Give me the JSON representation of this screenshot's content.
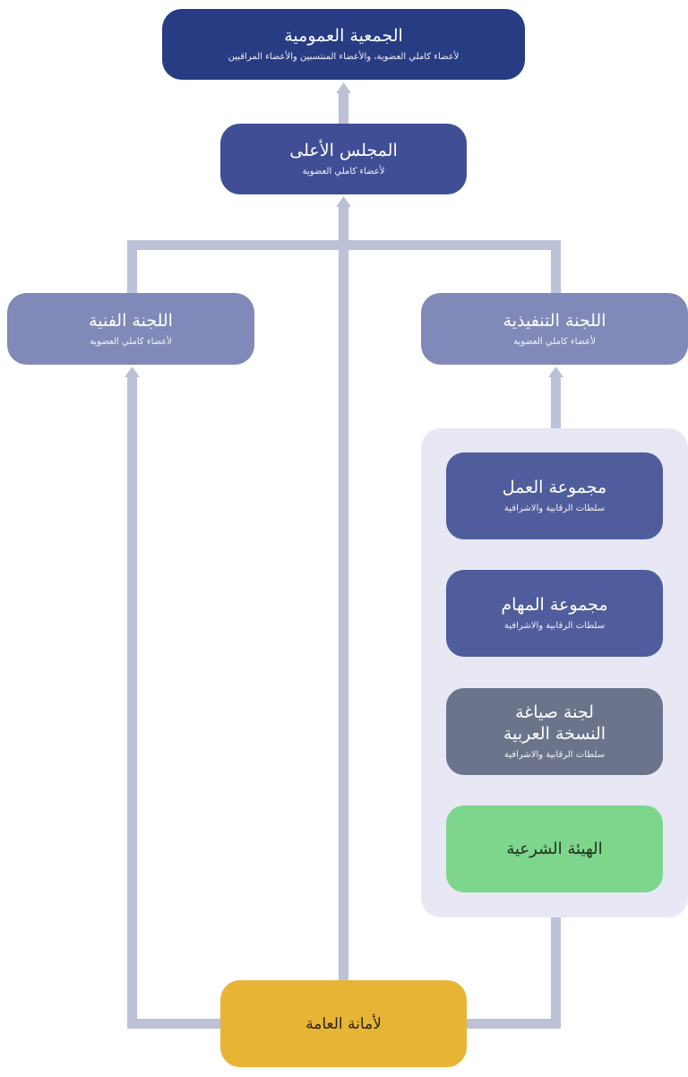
{
  "nodes": {
    "general_assembly": {
      "title": "الجمعية العمومية",
      "subtitle": "لأعضاء كاملي العضوية، والأعضاء المنتسبين والأعضاء المراقبين"
    },
    "supreme_council": {
      "title": "المجلس الأعلى",
      "subtitle": "لأعضاء كاملي العضوية"
    },
    "technical_committee": {
      "title": "اللجنة الفنية",
      "subtitle": "لأعضاء كاملي العضوية"
    },
    "executive_committee": {
      "title": "اللجنة التنفيذية",
      "subtitle": "لأعضاء كاملي العضوية"
    },
    "working_group": {
      "title": "مجموعة العمل",
      "subtitle": "سلطات الرقابية والاشرافية"
    },
    "task_group": {
      "title": "مجموعة المهام",
      "subtitle": "سلطات الرقابية والاشرافية"
    },
    "arabic_drafting": {
      "title_line1": "لجنة صياغة",
      "title_line2": "النسخة العربية",
      "subtitle": "سلطات الرقابية والاشرافية"
    },
    "sharia_board": {
      "title": "الهيئة الشرعية"
    },
    "general_secretariat": {
      "title": "لأمانة العامة"
    }
  },
  "colors": {
    "general_assembly": "#283c84",
    "supreme_council": "#3f4e95",
    "committee": "#8089b8",
    "group": "#4f5d9c",
    "drafting": "#6b748b",
    "sharia": "#7dd68c",
    "secretariat": "#e8b436",
    "panel": "#e7e8f3",
    "connector": "#bcc1d8"
  }
}
